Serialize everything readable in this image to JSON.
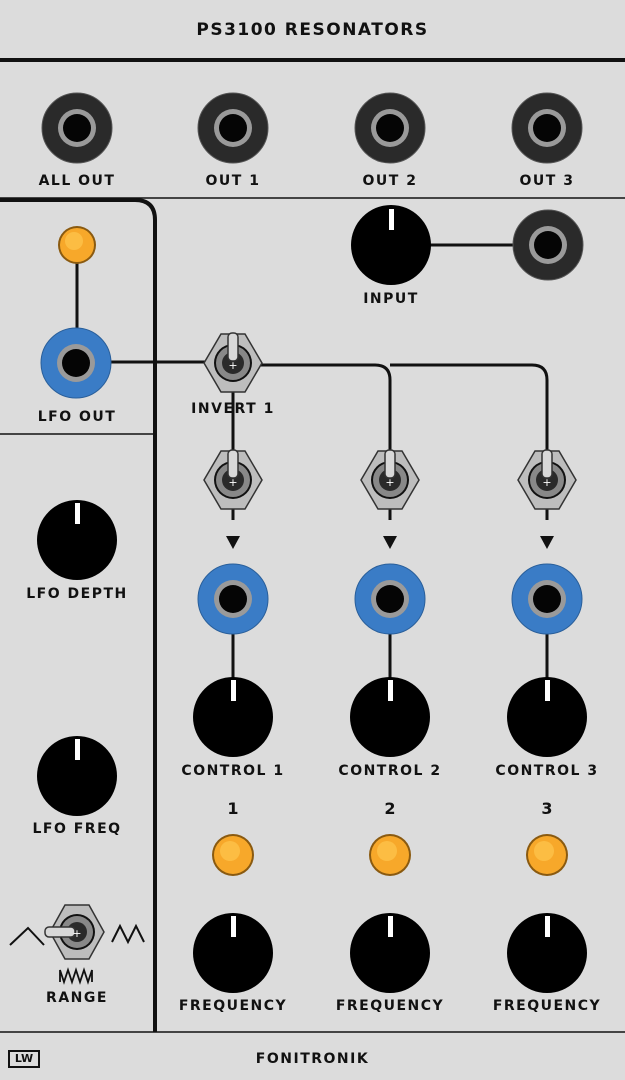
{
  "module": {
    "title": "PS3100 RESONATORS",
    "brand": "FONITRONIK",
    "logo_text": "LW"
  },
  "outputs": {
    "all_out": "ALL OUT",
    "out_1": "OUT 1",
    "out_2": "OUT 2",
    "out_3": "OUT 3"
  },
  "input_label": "INPUT",
  "lfo": {
    "out_label": "LFO OUT",
    "depth_label": "LFO DEPTH",
    "freq_label": "LFO FREQ",
    "range_label": "RANGE"
  },
  "invert_label": "INVERT 1",
  "controls": [
    "CONTROL 1",
    "CONTROL 2",
    "CONTROL 3"
  ],
  "channels": [
    "1",
    "2",
    "3"
  ],
  "frequency_label": "FREQUENCY",
  "colors": {
    "panel": "#dcdcdc",
    "jack_black": "#2a2a2a",
    "jack_blue": "#3a7cc6",
    "led": "#f7a82a",
    "knob": "#000000"
  },
  "icons": [
    "jack-icon",
    "knob-icon",
    "toggle-switch-icon",
    "led-icon",
    "triangle-wave-icon",
    "sawtooth-wave-icon",
    "square-wave-icon"
  ]
}
